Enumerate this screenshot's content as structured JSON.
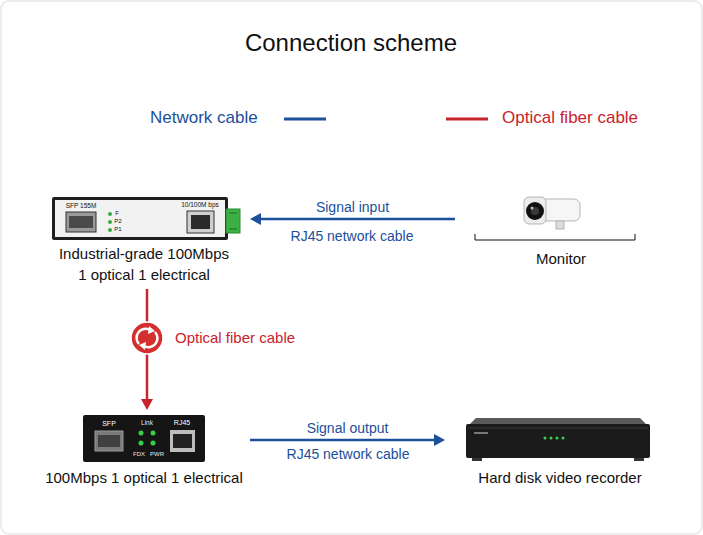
{
  "diagram": {
    "title": "Connection scheme",
    "nodes": [
      {
        "text": [
          "Industrial-grade 100Mbps 1 optical 1 electrical"
        ]
      },
      {
        "text": [
          "Monitor"
        ]
      },
      {
        "text": [
          "100Mbps 1 optical 1 electrical"
        ]
      },
      {
        "text": [
          "Hard disk video recorder"
        ]
      }
    ],
    "edges": [
      {
        "from": 1,
        "to": 0,
        "arrow": "to",
        "label": "Signal input"
      },
      {
        "from": 0,
        "to": 2,
        "arrow": "to",
        "label": "Optical fiber cable"
      },
      {
        "from": 2,
        "to": 3,
        "arrow": "to",
        "label": "Signal output"
      }
    ],
    "labels": [
      "SFP 155M",
      "F",
      "P2",
      "P1",
      "10/100M bps",
      "RJ45 network cable",
      "SFP",
      "Link",
      "FDX",
      "PWR",
      "RJ45",
      "RJ45 network cable"
    ],
    "legend": [
      {
        "text": "Network cable"
      },
      {
        "text": "Optical fiber cable"
      }
    ]
  }
}
